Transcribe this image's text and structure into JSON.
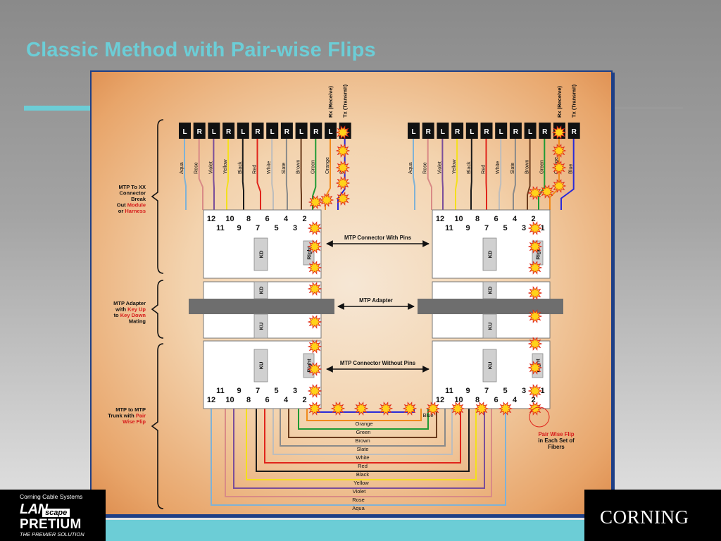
{
  "slide": {
    "title": "Classic Method with Pair-wise Flips",
    "accent_color": "#6ccdd6",
    "frame_color": "#1e3f86"
  },
  "diagram": {
    "top_labels": {
      "rx": "Rx (Receive)",
      "tx": "Tx (Transmit)"
    },
    "lr_labels": [
      "L",
      "R",
      "L",
      "R",
      "L",
      "R",
      "L",
      "R",
      "L",
      "R",
      "L",
      "R"
    ],
    "fiber_colors": [
      {
        "name": "Aqua",
        "hex": "#7fb2d6"
      },
      {
        "name": "Rose",
        "hex": "#d98a86"
      },
      {
        "name": "Violet",
        "hex": "#7a4e9a"
      },
      {
        "name": "Yellow",
        "hex": "#f4e01c"
      },
      {
        "name": "Black",
        "hex": "#1a1a1a"
      },
      {
        "name": "Red",
        "hex": "#e0241b"
      },
      {
        "name": "White",
        "hex": "#f6f6f6"
      },
      {
        "name": "Slate",
        "hex": "#8a8a8a"
      },
      {
        "name": "Brown",
        "hex": "#6b3b1c"
      },
      {
        "name": "Green",
        "hex": "#1f9b34"
      },
      {
        "name": "Orange",
        "hex": "#f08a1c"
      },
      {
        "name": "Blue",
        "hex": "#2a2ad8"
      }
    ],
    "side_labels": {
      "breakout": [
        "MTP To XX",
        "Connector",
        "Break",
        "Out ",
        "Module",
        "or ",
        "Harness"
      ],
      "adapter": [
        "MTP Adapter",
        "with ",
        "Key Up",
        "to ",
        "Key Down",
        "Mating"
      ],
      "trunk": [
        "MTP to MTP",
        "Trunk with ",
        "Pair",
        "Wise Flip"
      ]
    },
    "connector": {
      "top_row": [
        "12",
        "10",
        "8",
        "6",
        "4",
        "2"
      ],
      "bottom_row": [
        "11",
        "9",
        "7",
        "5",
        "3",
        "1"
      ],
      "kd": "KD",
      "ku": "KU",
      "right": "Right"
    },
    "arrows": {
      "with_pins": "MTP Connector With Pins",
      "adapter": "MTP Adapter",
      "without_pins": "MTP Connector Without Pins"
    },
    "pair_flip_note": [
      "Pair Wise  Flip",
      "in Each Set of",
      "Fibers"
    ]
  },
  "footer": {
    "company": "Corning Cable Systems",
    "lan": "LAN",
    "scape": "scape",
    "pretium": "PRETIUM",
    "tagline": "THE PREMIER SOLUTION",
    "corning": "CORNING"
  }
}
